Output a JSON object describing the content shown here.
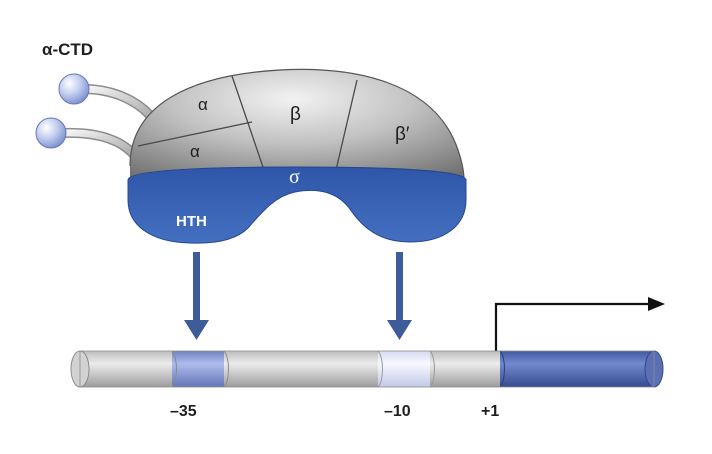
{
  "labels": {
    "alpha_ctd": "α-CTD",
    "alpha_top": "α",
    "alpha_bottom": "α",
    "beta": "β",
    "beta_prime": "β′",
    "sigma": "σ",
    "hth": "HTH",
    "pos_minus35": "–35",
    "pos_minus10": "–10",
    "pos_plus1": "+1"
  },
  "colors": {
    "sigma_blue": "#3c60b0",
    "arrow_blue": "#3e5b9a",
    "element_minus35": "#7d8fc9",
    "element_minus10": "#e3e6f7",
    "gene_region": "#4f67ad",
    "dna_gray": "#cfcfcf",
    "polymerase_gray": "#a9a9a9",
    "ctd_sphere": "#b9c6ec"
  },
  "icons": {
    "transcription_start": "bent-arrow-icon",
    "binding_arrows": "down-arrow-icon"
  }
}
